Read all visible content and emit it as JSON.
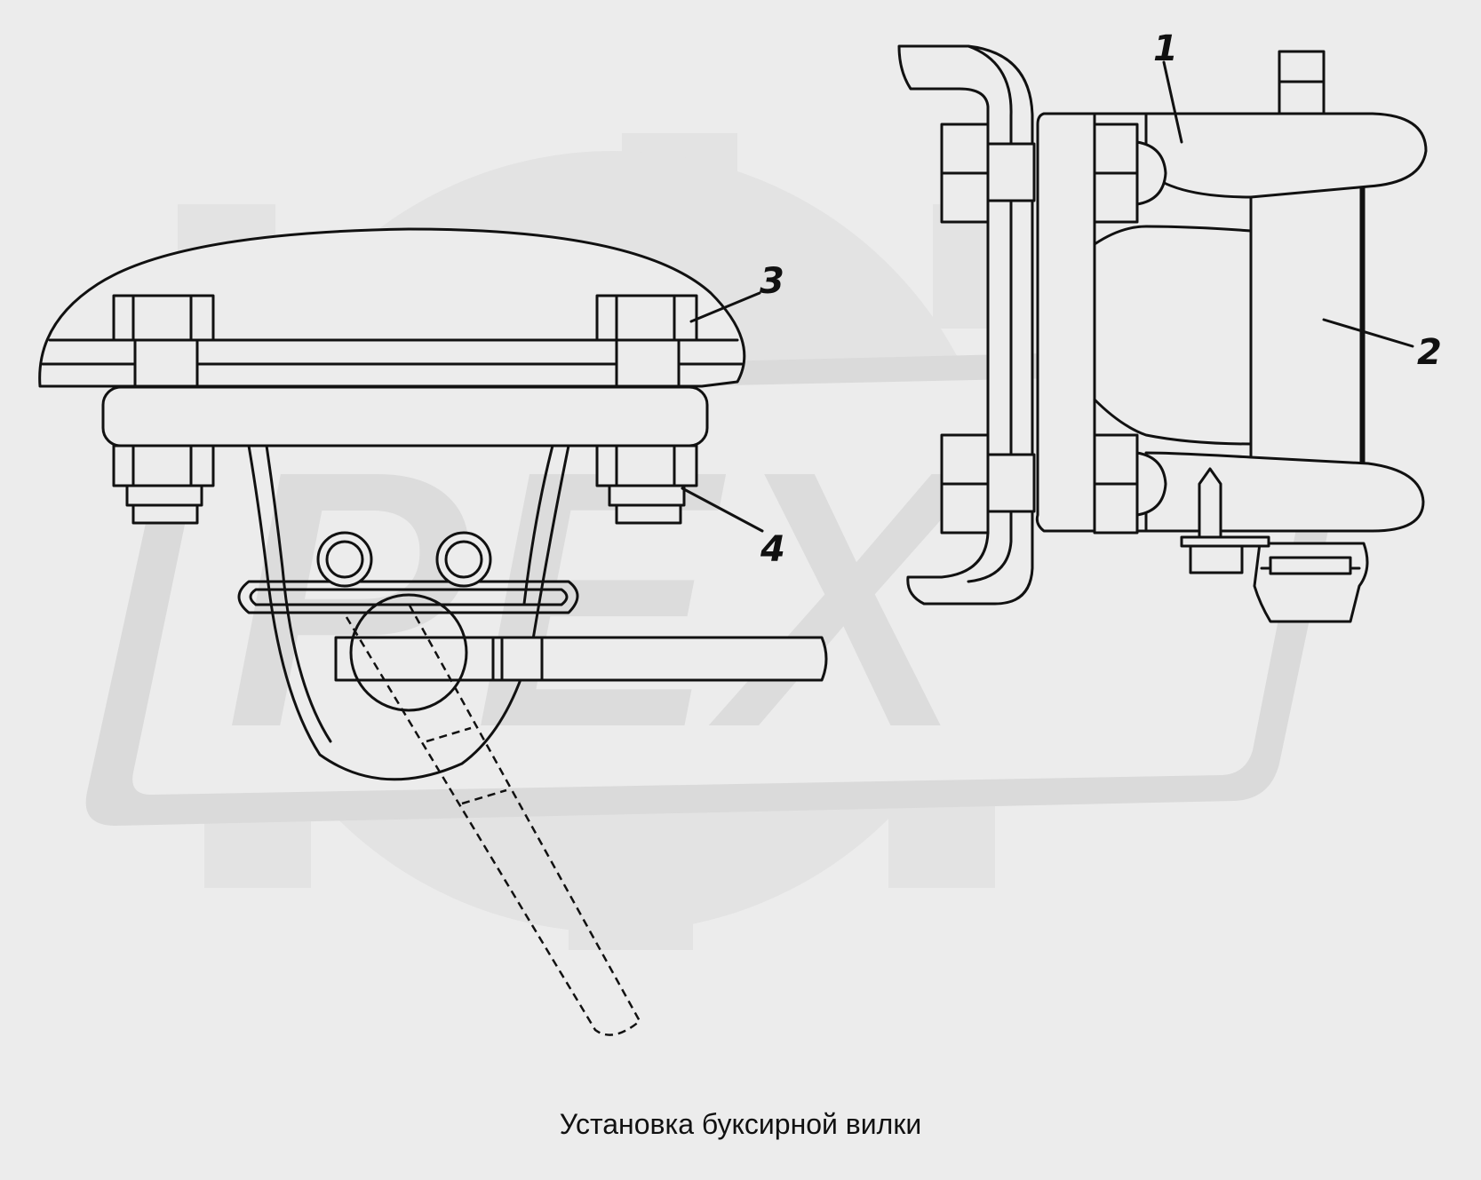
{
  "caption": "Установка буксирной вилки",
  "watermark": {
    "text": "PEX",
    "color": "#d6d6d6"
  },
  "callouts": [
    {
      "id": "1",
      "label": "1"
    },
    {
      "id": "2",
      "label": "2"
    },
    {
      "id": "3",
      "label": "3"
    },
    {
      "id": "4",
      "label": "4"
    }
  ],
  "colors": {
    "line": "#111111",
    "background": "#ececec"
  }
}
